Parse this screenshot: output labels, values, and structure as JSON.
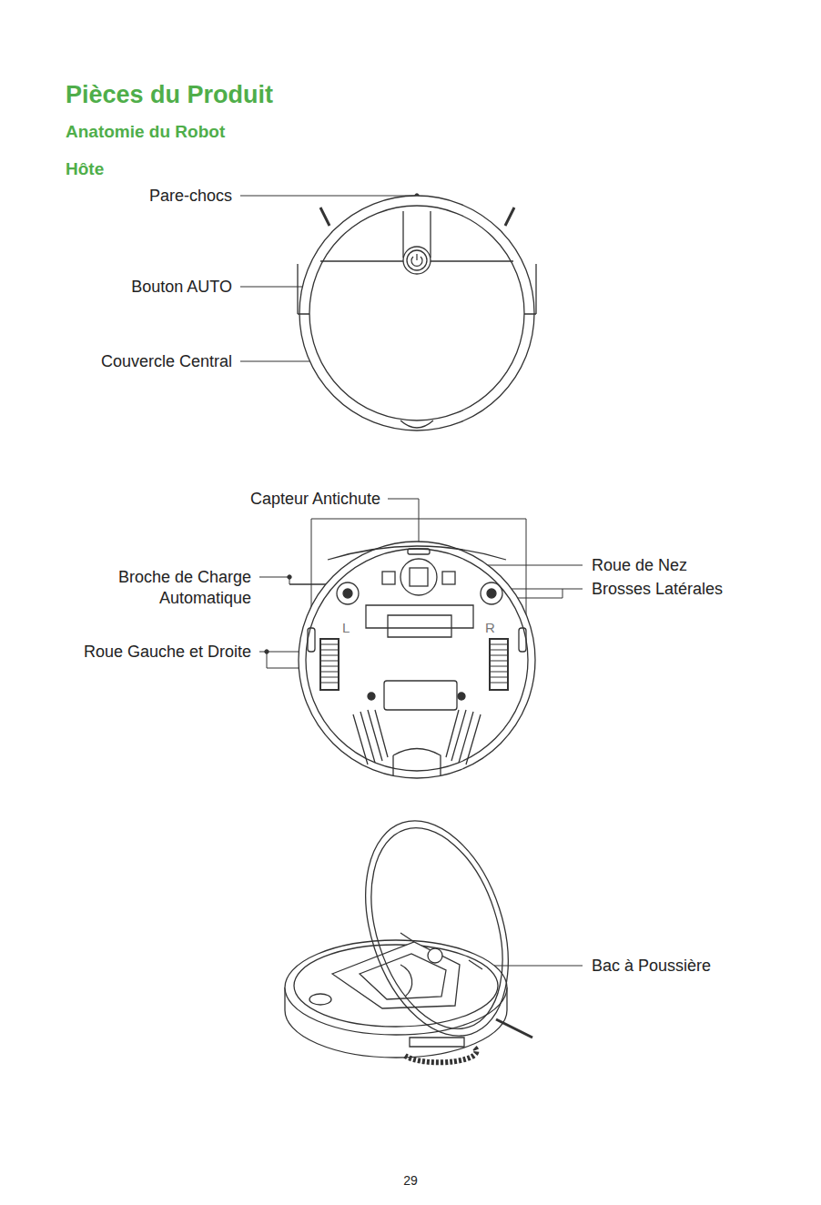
{
  "diagram": {
    "title": "Pièces du Produit",
    "labels": [
      "Anatomie du Robot",
      "Hôte",
      "Pare-chocs",
      "Bouton AUTO",
      "Couvercle Central",
      "Capteur Antichute",
      "Broche de Charge Automatique",
      "Roue de Nez",
      "Brosses Latérales",
      "Roue Gauche et Droite",
      "L",
      "R",
      "Bac à Poussière",
      "29"
    ]
  }
}
